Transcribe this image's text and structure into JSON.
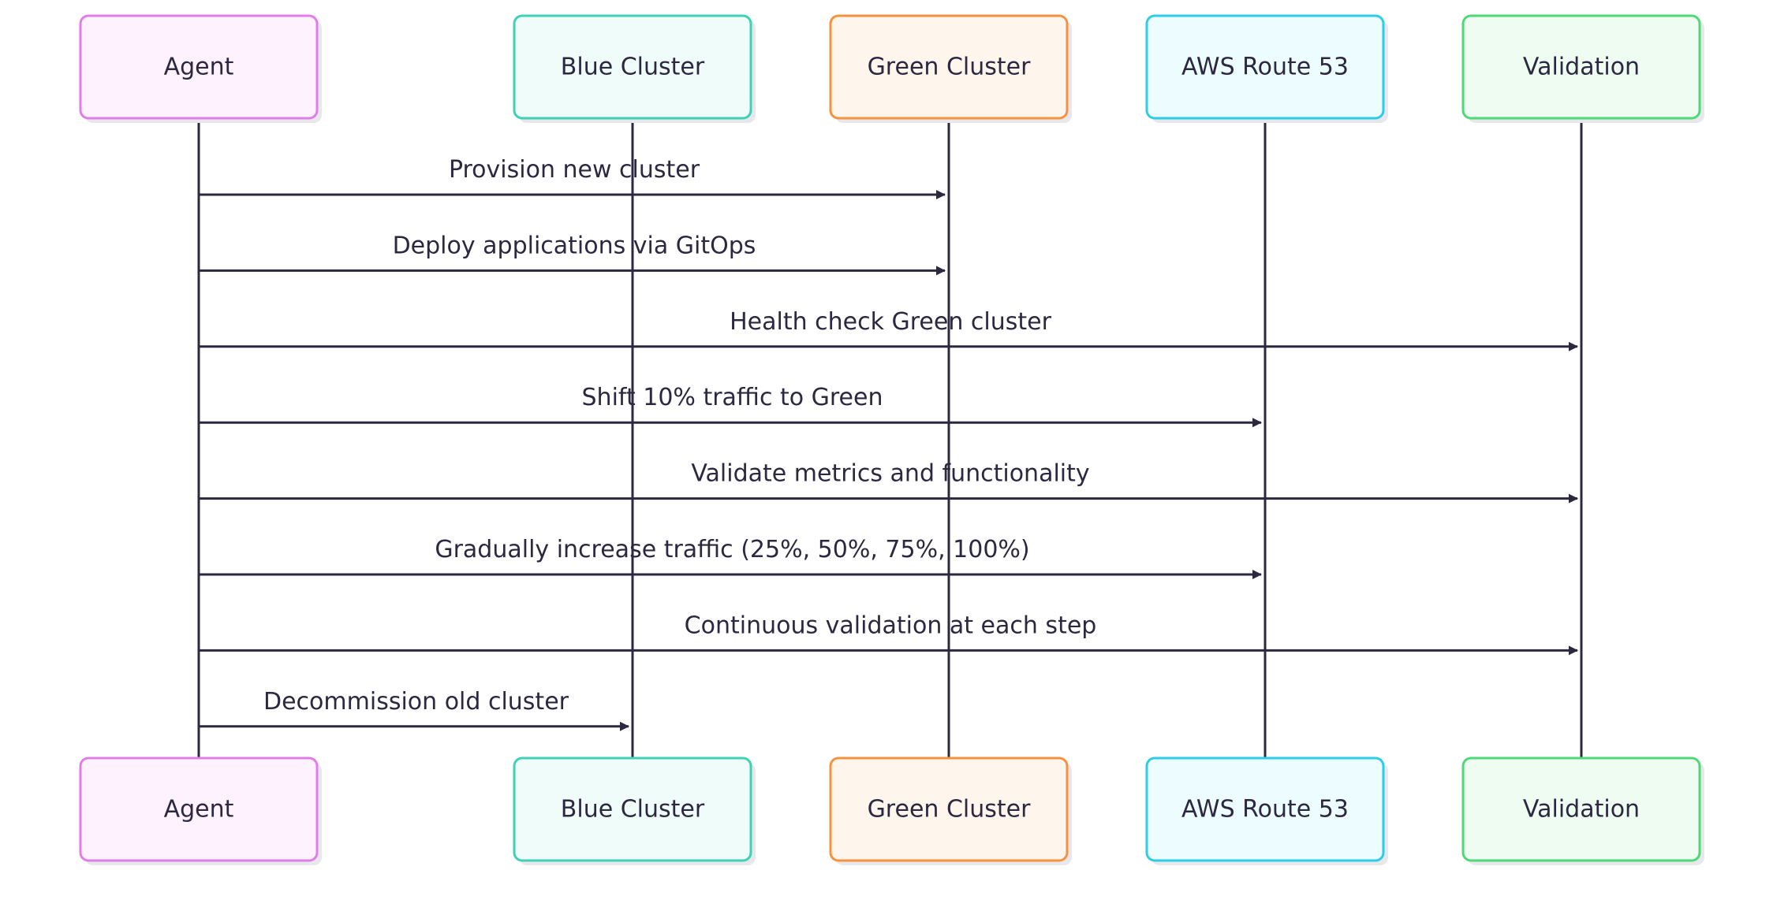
{
  "actors": [
    {
      "id": "agent",
      "label": "Agent",
      "border": "#e07de8",
      "fill": "#fdf2fd"
    },
    {
      "id": "blue",
      "label": "Blue Cluster",
      "border": "#3fd1b5",
      "fill": "#effcf9"
    },
    {
      "id": "green",
      "label": "Green Cluster",
      "border": "#f5923f",
      "fill": "#fef5ec"
    },
    {
      "id": "route53",
      "label": "AWS Route 53",
      "border": "#2ccde6",
      "fill": "#edfcfe"
    },
    {
      "id": "validation",
      "label": "Validation",
      "border": "#4fd878",
      "fill": "#eefcf2"
    }
  ],
  "messages": [
    {
      "from": 0,
      "to": 2,
      "label": "Provision new cluster"
    },
    {
      "from": 0,
      "to": 2,
      "label": "Deploy applications via GitOps"
    },
    {
      "from": 0,
      "to": 4,
      "label": "Health check Green cluster"
    },
    {
      "from": 0,
      "to": 3,
      "label": "Shift 10% traffic to Green"
    },
    {
      "from": 0,
      "to": 4,
      "label": "Validate metrics and functionality"
    },
    {
      "from": 0,
      "to": 3,
      "label": "Gradually increase traffic (25%, 50%, 75%, 100%)"
    },
    {
      "from": 0,
      "to": 4,
      "label": "Continuous validation at each step"
    },
    {
      "from": 0,
      "to": 1,
      "label": "Decommission old cluster"
    }
  ],
  "colors": {
    "line": "#2b2840",
    "shadow": "#e8e8ec"
  }
}
